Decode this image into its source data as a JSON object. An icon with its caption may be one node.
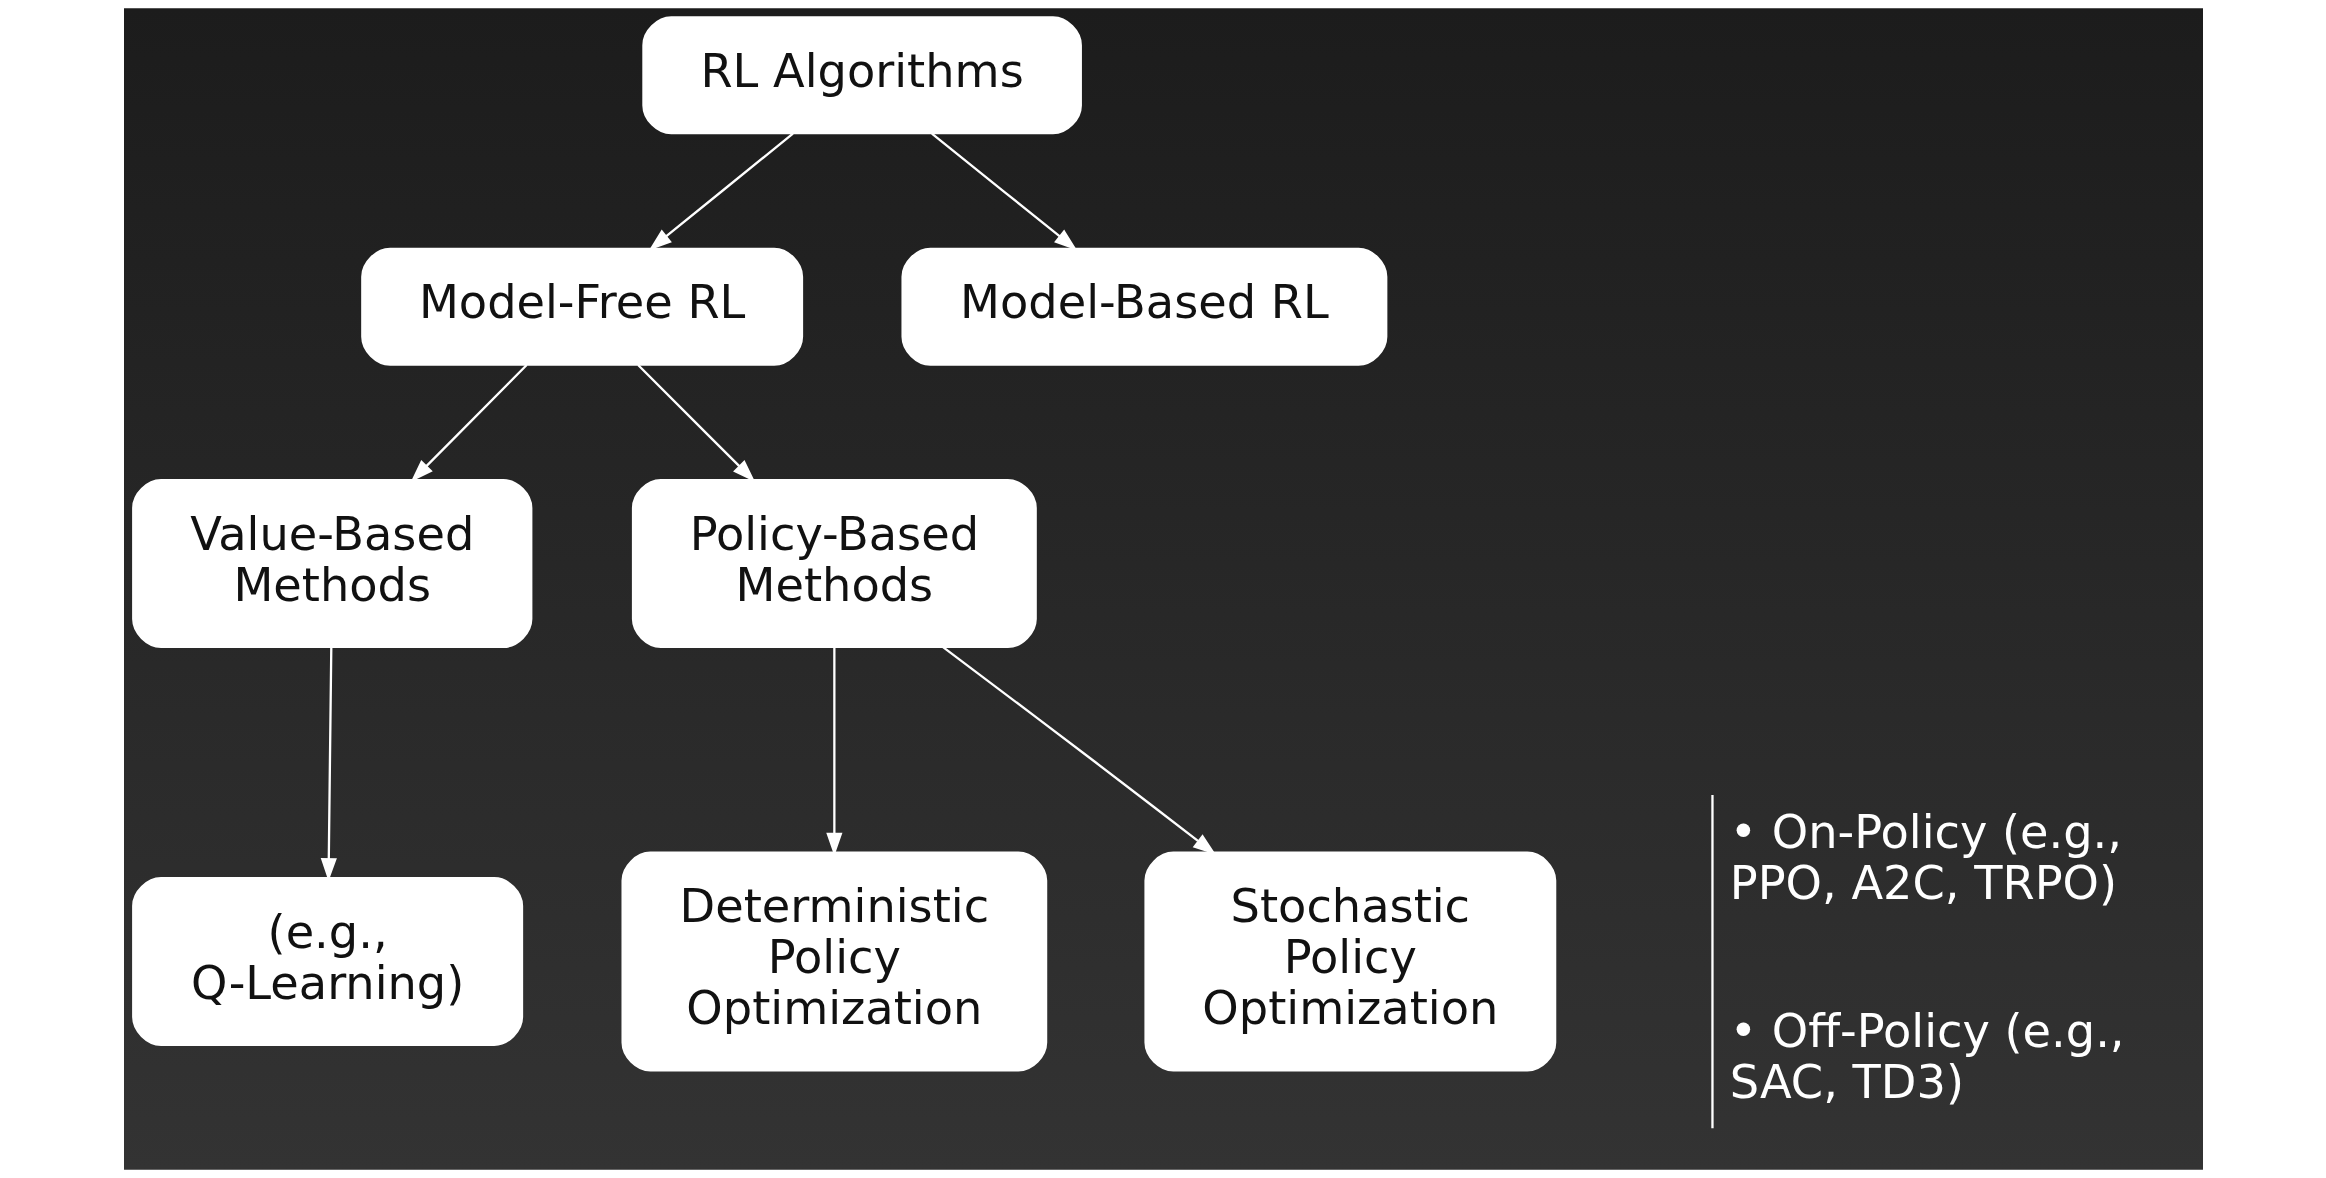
{
  "diagram": {
    "nodes": [
      {
        "text": [
          "RL Algorithms"
        ]
      },
      {
        "text": [
          "Model-Free RL"
        ]
      },
      {
        "text": [
          "Model-Based RL"
        ]
      },
      {
        "text": [
          "Value-Based Methods"
        ]
      },
      {
        "text": [
          "Policy-Based Methods"
        ]
      },
      {
        "text": [
          "(e.g., Q-Learning)"
        ]
      },
      {
        "text": [
          "Deterministic Policy Optimization"
        ]
      },
      {
        "text": [
          "Stochastic Policy Optimization"
        ]
      }
    ],
    "edges": [
      {
        "from": 0,
        "to": 1,
        "arrow": "to"
      },
      {
        "from": 0,
        "to": 2,
        "arrow": "to"
      },
      {
        "from": 1,
        "to": 3,
        "arrow": "to"
      },
      {
        "from": 1,
        "to": 4,
        "arrow": "to"
      },
      {
        "from": 3,
        "to": 5,
        "arrow": "to"
      },
      {
        "from": 4,
        "to": 6,
        "arrow": "to"
      },
      {
        "from": 4,
        "to": 7,
        "arrow": "to"
      }
    ],
    "labels": [
      "• On-Policy (e.g., PPO, A2C, TRPO)",
      "• Off-Policy (e.g., SAC, TD3)"
    ]
  }
}
